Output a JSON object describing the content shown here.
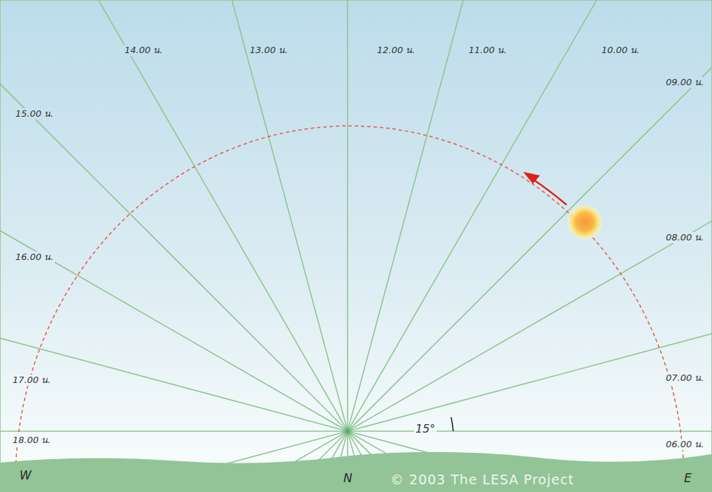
{
  "diagram": {
    "labels": [
      "14.00 น.",
      "13.00 น.",
      "12.00 น.",
      "11.00 น.",
      "10.00 น.",
      "09.00 น.",
      "15.00 น.",
      "08.00 น.",
      "16.00 น.",
      "17.00 น.",
      "07.00 น.",
      "15°",
      "18.00 น.",
      "06.00 น.",
      "W",
      "N",
      "E",
      "© 2003  The LESA Project"
    ]
  }
}
